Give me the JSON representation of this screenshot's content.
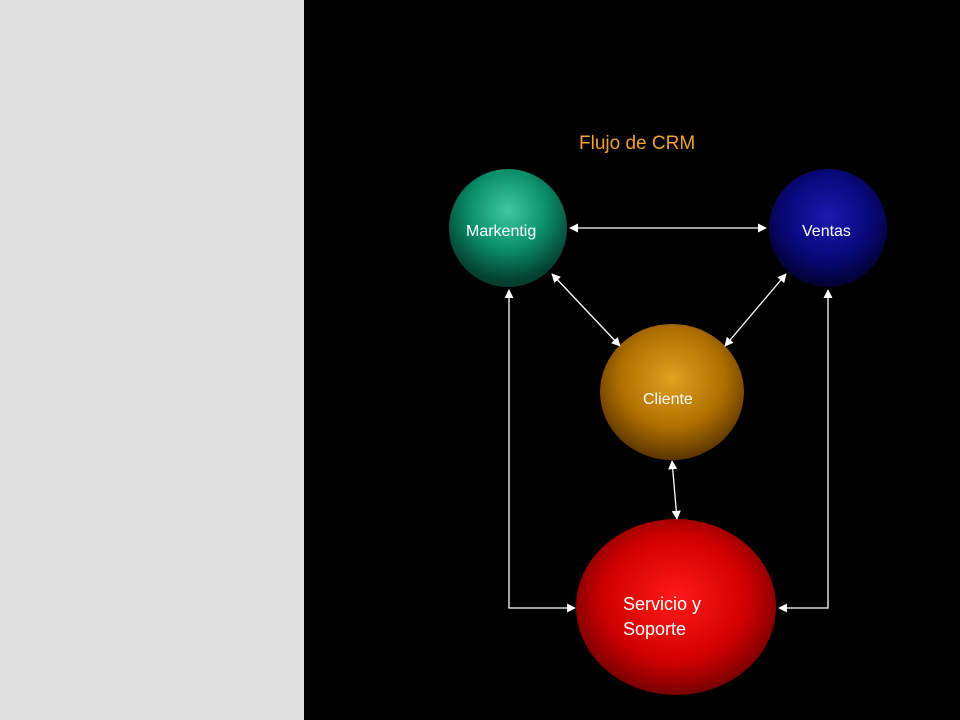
{
  "title": "Flujo de CRM",
  "nodes": {
    "marketing": {
      "label": "Markentig",
      "color": "#009070"
    },
    "ventas": {
      "label": "Ventas",
      "color": "#0a0a8a"
    },
    "cliente": {
      "label": "Cliente",
      "color": "#c07c00"
    },
    "servicio": {
      "label_line1": "Servicio y",
      "label_line2": "Soporte",
      "color": "#d00000"
    }
  },
  "colors": {
    "title": "#f0a030",
    "arrows": "#ffffff",
    "side_panel": "#dedede",
    "background": "#000000"
  }
}
